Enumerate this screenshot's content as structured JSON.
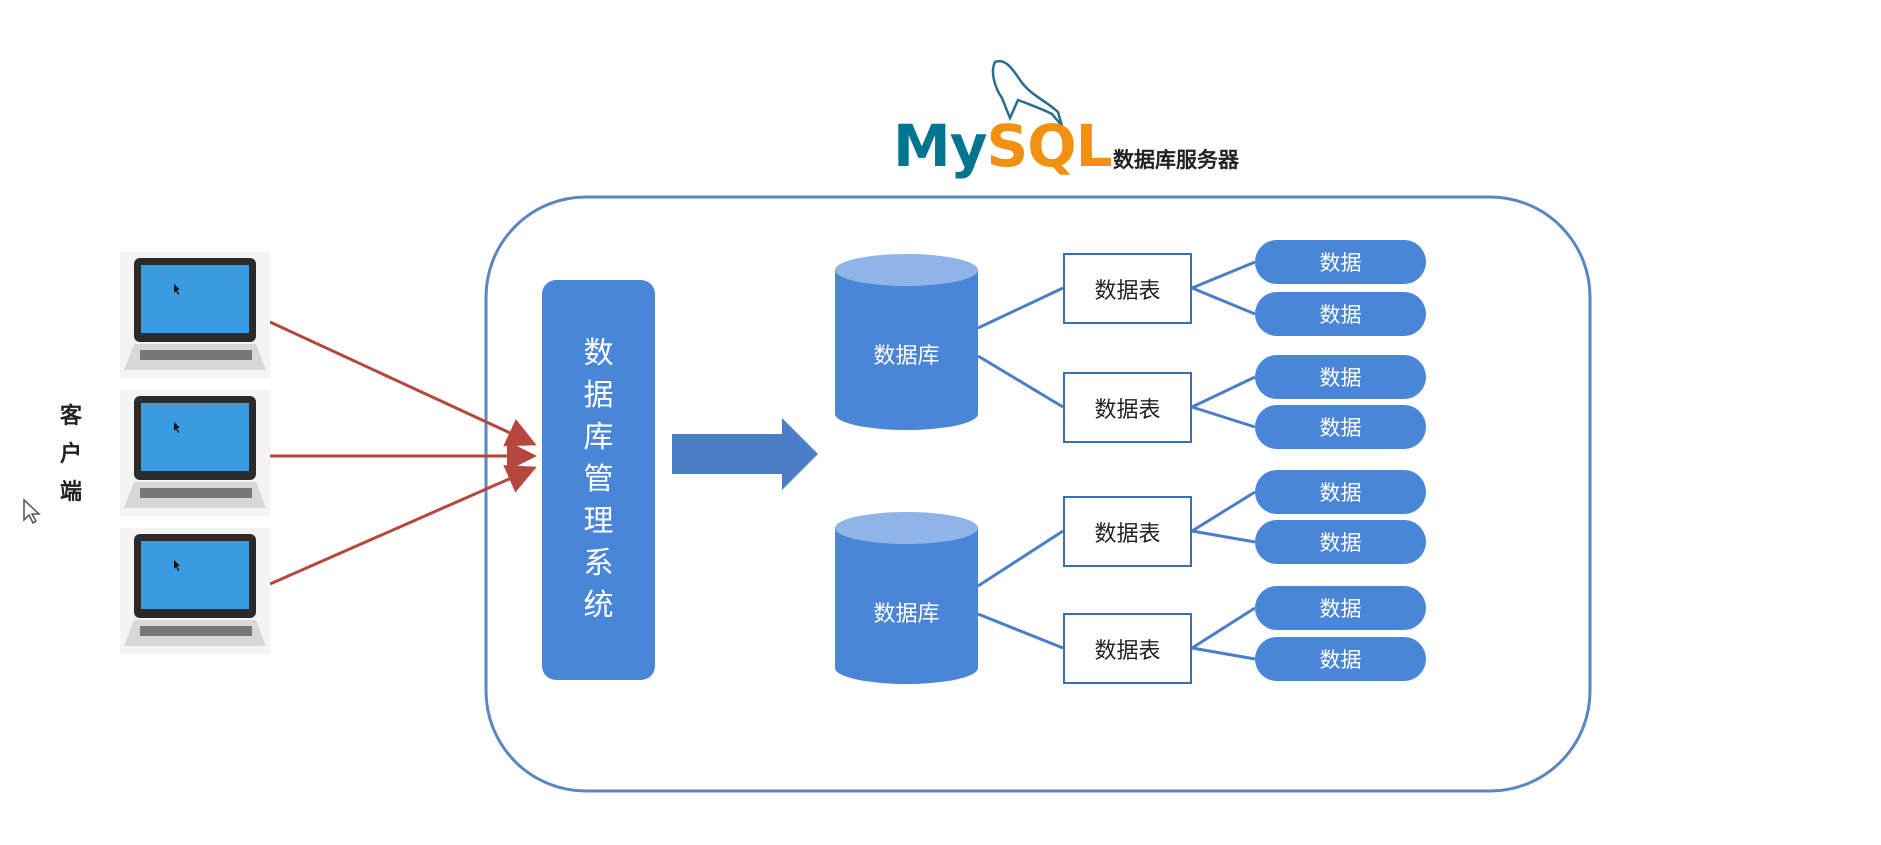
{
  "header": {
    "logo_text_my": "My",
    "logo_text_sql": "SQL",
    "server_label": "数据库服务器"
  },
  "client_label": "客户端",
  "dbms_label": "数据库管理系统",
  "databases": [
    {
      "label": "数据库",
      "tables": [
        {
          "label": "数据表",
          "data": [
            "数据",
            "数据"
          ]
        },
        {
          "label": "数据表",
          "data": [
            "数据",
            "数据"
          ]
        }
      ]
    },
    {
      "label": "数据库",
      "tables": [
        {
          "label": "数据表",
          "data": [
            "数据",
            "数据"
          ]
        },
        {
          "label": "数据表",
          "data": [
            "数据",
            "数据"
          ]
        }
      ]
    }
  ],
  "colors": {
    "blue": "#4a86d8",
    "border": "#5b86c0",
    "red_arrow": "#b5473f",
    "mysql_blue": "#00758f",
    "mysql_orange": "#f29111"
  }
}
